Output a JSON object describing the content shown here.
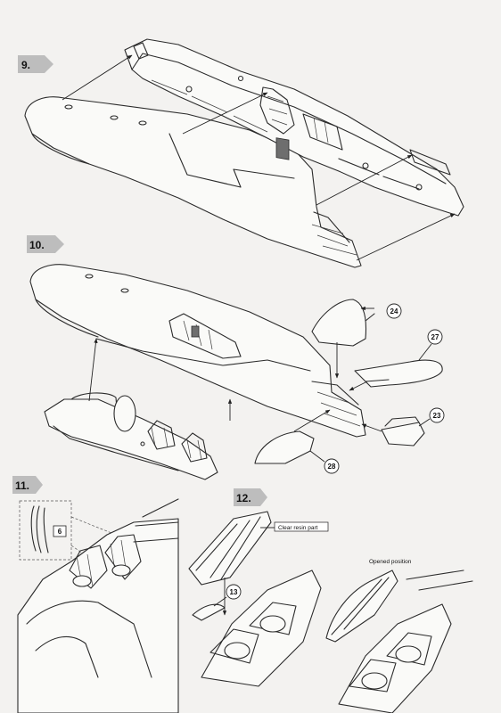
{
  "steps": {
    "s9": "9.",
    "s10": "10.",
    "s11": "11.",
    "s12": "12."
  },
  "parts": {
    "p24": "24",
    "p27": "27",
    "p23": "23",
    "p28": "28",
    "p6": "6",
    "p13": "13"
  },
  "notes": {
    "clear_resin": "Clear resin part",
    "opened": "Opened position"
  }
}
